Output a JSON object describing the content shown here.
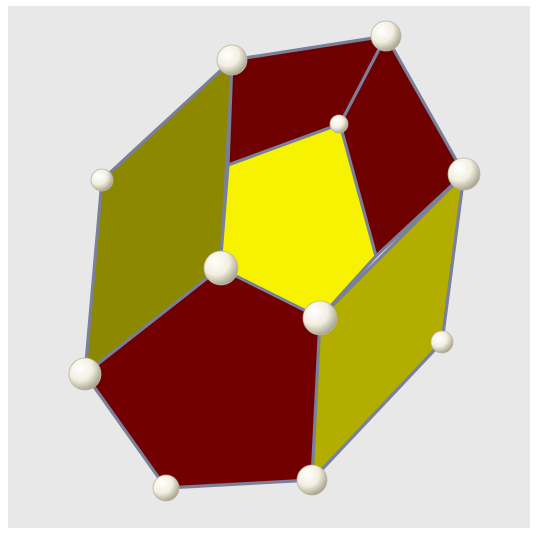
{
  "scene": {
    "background_color": "#e8e8e8",
    "border_color": "#ffffff",
    "edge_color": "#7a7f9a",
    "vertex_color": "#f4f1e4",
    "vertex_shadow_color": "#b9b5a2"
  },
  "polyhedron": {
    "faces": [
      {
        "name": "face-red-bottom-front",
        "kind": "pentagon",
        "color": "#720000"
      },
      {
        "name": "face-red-top-back",
        "kind": "pentagon",
        "color": "#6f0000"
      },
      {
        "name": "face-red-right-back",
        "kind": "pentagon",
        "color": "#6e0000"
      },
      {
        "name": "face-yellow-center",
        "kind": "pentagon",
        "color": "#f7f200"
      },
      {
        "name": "face-olive-left",
        "kind": "rhombus",
        "color": "#8c8800"
      },
      {
        "name": "face-olive-right",
        "kind": "rhombus",
        "color": "#b3ad00"
      }
    ]
  }
}
